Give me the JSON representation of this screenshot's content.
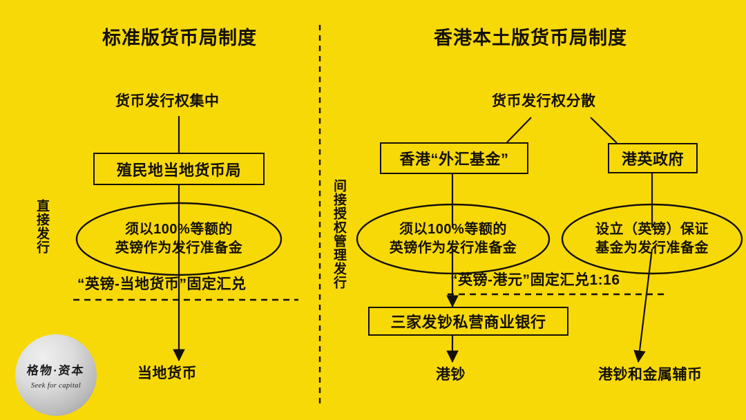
{
  "page": {
    "background_color": "#f7d908",
    "ink_color": "#141008"
  },
  "divider": {
    "name": "vertical-dashed-divider",
    "style": "dashed"
  },
  "left_panel": {
    "title": "标准版货币局制度",
    "side_label": "直接发行",
    "source": "货币发行权集中",
    "box": "殖民地当地货币局",
    "ellipse": "须以100%等额的\n英镑作为发行准备金",
    "peg_note": "“英镑-当地货币”固定汇兑",
    "output": "当地货币"
  },
  "right_panel": {
    "title": "香港本土版货币局制度",
    "side_label": "间接授权管理发行",
    "source": "货币发行权分散",
    "box_left": "香港“外汇基金”",
    "box_right": "港英政府",
    "ellipse_left": "须以100%等额的\n英镑作为发行准备金",
    "ellipse_right": "设立（英镑）保证\n基金为发行准备金",
    "peg_note": "“英镑-港元”固定汇兑1:16",
    "box_bank": "三家发钞私营商业银行",
    "output_left": "港钞",
    "output_right": "港钞和金属辅币"
  },
  "logo": {
    "chinese": "格物·资本",
    "english": "Seek for capital"
  }
}
